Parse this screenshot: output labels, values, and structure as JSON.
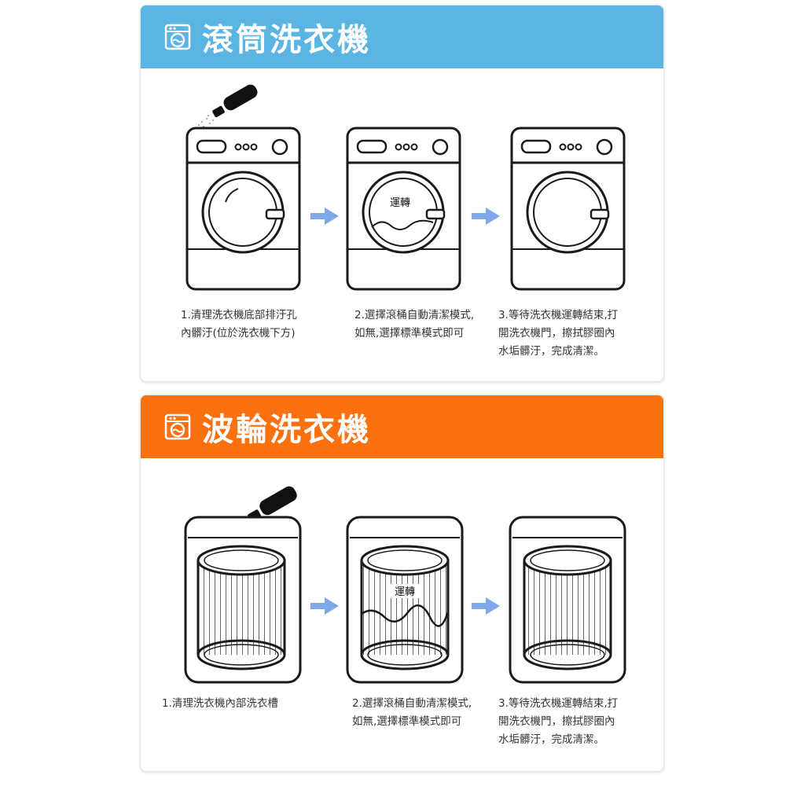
{
  "sections": [
    {
      "title": "滾筒洗衣機",
      "header_color": "#5ab5e2",
      "header_icon": "washing-machine-icon",
      "machine_type": "front-loader",
      "running_label": "運轉",
      "steps": [
        "1.清理洗衣機底部排汙孔內髒汙(位於洗衣機下方)",
        "2.選擇滾桶自動清潔模式,如無,選擇標準模式即可",
        "3.等待洗衣機運轉結束,打開洗衣機門，擦拭膠圈內水垢髒汙，完成清潔。"
      ]
    },
    {
      "title": "波輪洗衣機",
      "header_color": "#fb7110",
      "header_icon": "washing-machine-icon",
      "machine_type": "top-loader",
      "running_label": "運轉",
      "steps": [
        "1.清理洗衣機內部洗衣槽",
        "2.選擇滾桶自動清潔模式,如無,選擇標準模式即可",
        "3.等待洗衣機運轉結束,打開洗衣機門，擦拭膠圈內水垢髒汙，完成清潔。"
      ]
    }
  ],
  "arrow_color": "#7ea8e8"
}
